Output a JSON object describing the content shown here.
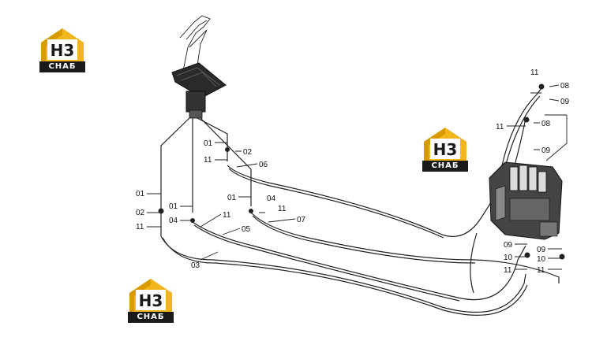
{
  "logo": {
    "mark_text": "H3",
    "brand_text": "СНАБ",
    "accent_color": "#f2b51c",
    "dark_color": "#1a1a1a"
  },
  "labels": {
    "l01a": "01",
    "l02a": "02",
    "l11a": "11",
    "l01b": "01",
    "l04b": "04",
    "l01c": "01",
    "l02c": "02",
    "l11c": "11",
    "l06": "06",
    "l01d": "01",
    "l04d": "04",
    "l11d": "11",
    "l07": "07",
    "l11e": "11",
    "l05": "05",
    "l03": "03",
    "l11f": "11",
    "l08f": "08",
    "l09f": "09",
    "l11g": "11",
    "l08g": "08",
    "l09g": "09",
    "l09h": "09",
    "l10h": "10",
    "l11h": "11",
    "l09i": "09",
    "l10i": "10",
    "l11i": "11"
  }
}
